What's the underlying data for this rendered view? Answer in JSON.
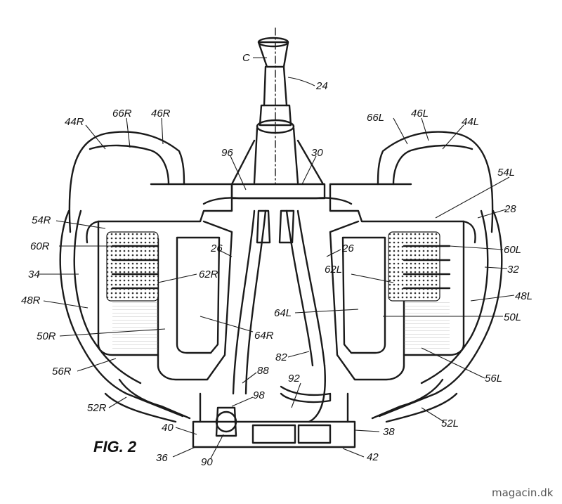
{
  "figure": {
    "title": "FIG. 2",
    "watermark": "magacin.dk"
  },
  "labels": {
    "c": "C",
    "n24": "24",
    "n44r": "44R",
    "n66r": "66R",
    "n46r": "46R",
    "n66l": "66L",
    "n46l": "46L",
    "n44l": "44L",
    "n96": "96",
    "n30": "30",
    "n54l": "54L",
    "n28": "28",
    "n54r": "54R",
    "n60r": "60R",
    "n26r": "26",
    "n26l": "26",
    "n60l": "60L",
    "n34": "34",
    "n62r": "62R",
    "n62l": "62L",
    "n32": "32",
    "n48r": "48R",
    "n48l": "48L",
    "n64l": "64L",
    "n50l": "50L",
    "n50r": "50R",
    "n64r": "64R",
    "n82": "82",
    "n56r": "56R",
    "n88": "88",
    "n56l": "56L",
    "n92": "92",
    "n98": "98",
    "n52r": "52R",
    "n52l": "52L",
    "n40": "40",
    "n38": "38",
    "n36": "36",
    "n90": "90",
    "n42": "42"
  }
}
